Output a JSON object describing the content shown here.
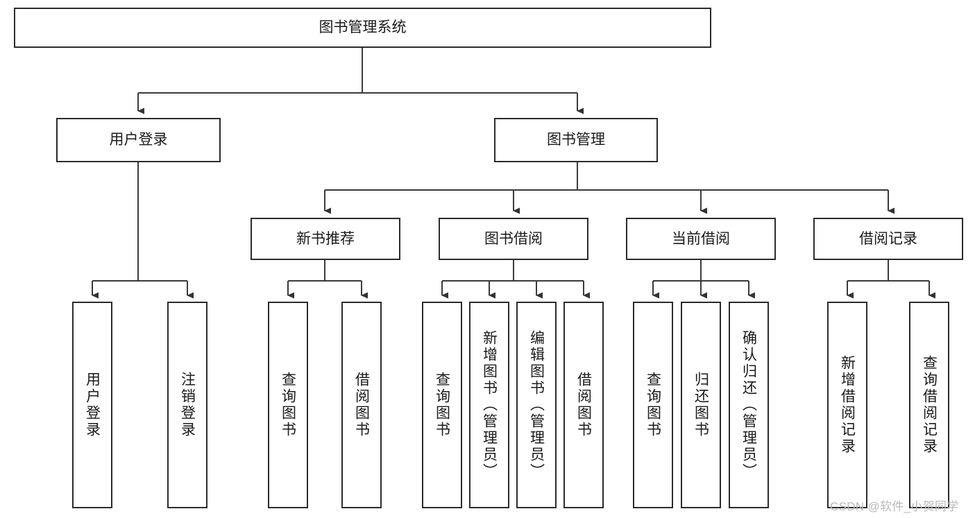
{
  "diagram": {
    "title": "图书管理系统",
    "type": "tree-hierarchy",
    "orientation": "top-down",
    "colors": {
      "box_border": "#2b2b2b",
      "box_fill": "#ffffff",
      "edge": "#3a3a3a",
      "text": "#1a1a1a",
      "watermark": "#b9b9b9",
      "background": "#ffffff"
    },
    "root": {
      "label": "图书管理系统"
    },
    "level2": [
      {
        "label": "用户登录"
      },
      {
        "label": "图书管理"
      }
    ],
    "level3": [
      {
        "label": "新书推荐"
      },
      {
        "label": "图书借阅"
      },
      {
        "label": "当前借阅"
      },
      {
        "label": "借阅记录"
      }
    ],
    "leaves": {
      "user_login": [
        {
          "label": "用户登录"
        },
        {
          "label": "注销登录"
        }
      ],
      "new_book_recommend": [
        {
          "label": "查询图书"
        },
        {
          "label": "借阅图书"
        }
      ],
      "book_borrow": [
        {
          "label": "查询图书"
        },
        {
          "label": "新增图书（管理员）"
        },
        {
          "label": "编辑图书（管理员）"
        },
        {
          "label": "借阅图书"
        }
      ],
      "current_borrow": [
        {
          "label": "查询图书"
        },
        {
          "label": "归还图书"
        },
        {
          "label": "确认归还（管理员）"
        }
      ],
      "borrow_record": [
        {
          "label": "新增借阅记录"
        },
        {
          "label": "查询借阅记录"
        }
      ]
    },
    "watermark": "CSDN @软件_小贺同学"
  }
}
